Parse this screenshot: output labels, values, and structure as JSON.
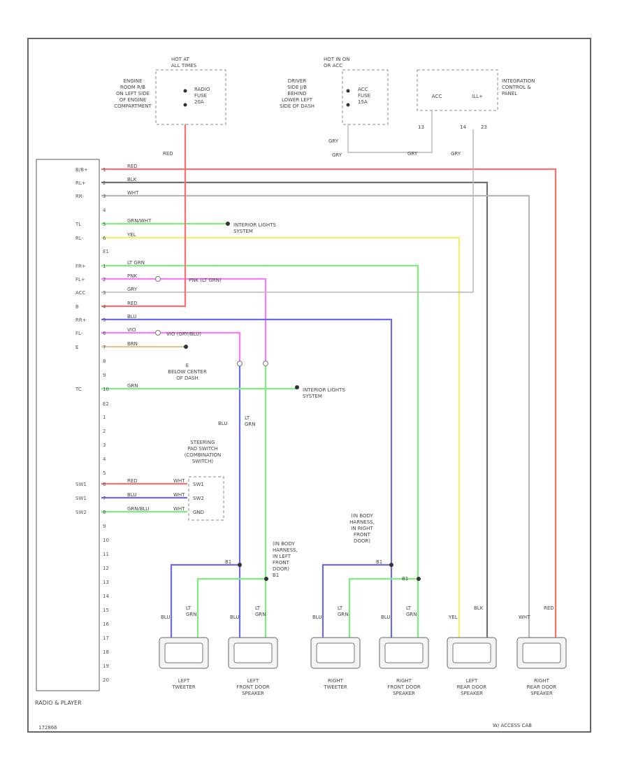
{
  "diagram": {
    "footer_left": "172866",
    "footer_right": "W/ ACCESS CAB",
    "radio_label": "RADIO & PLAYER",
    "fuse_hot_at_all_times": {
      "header": "HOT AT\nALL TIMES",
      "location": "ENGINE\nROOM R/B\nON LEFT SIDE\nOF ENGINE\nCOMPARTMENT",
      "fuse": "RADIO\nFUSE\n20A"
    },
    "fuse_hot_in_on": {
      "header": "HOT IN ON\nOR ACC",
      "location": "DRIVER\nSIDE J/B\nBEHIND\nLOWER LEFT\nSIDE OF DASH",
      "fuse": "ACC\nFUSE\n15A"
    },
    "integration_panel": {
      "label": "INTEGRATION\nCONTROL &\nPANEL",
      "pin_left": "ACC",
      "pin_right": "ILL+",
      "pin_nums": [
        "13",
        "14",
        "23"
      ],
      "wires": [
        "GRY",
        "GRY"
      ]
    },
    "connector_labels": [
      "E1",
      "E2"
    ],
    "pins_left": [
      "B/B+",
      "RL+",
      "RR-",
      "",
      "TL",
      "RL-",
      "",
      "FR+",
      "FL+",
      "ACC",
      "B",
      "RR+",
      "FL-",
      "E",
      "",
      "",
      "TC",
      "",
      "",
      "",
      "",
      "",
      "",
      "SW1",
      "SW1",
      "SW2",
      "",
      "",
      "",
      "",
      "",
      "",
      "",
      "",
      "",
      "",
      "",
      ""
    ],
    "pin_numbers_1": [
      "1",
      "2",
      "3",
      "4",
      "5",
      "6"
    ],
    "pin_numbers_2": [
      "1",
      "2",
      "3",
      "4",
      "5",
      "6",
      "7",
      "8",
      "9",
      "10"
    ],
    "pin_numbers_3": [
      "1",
      "2",
      "3",
      "4",
      "5",
      "6",
      "7",
      "8",
      "9",
      "10",
      "11",
      "12",
      "13",
      "14",
      "15",
      "16",
      "17",
      "18",
      "19",
      "20"
    ],
    "wire_labels": {
      "red_top": "RED",
      "blk_top": "BLK",
      "wht_top": "WHT",
      "grn_wht": "GRN/WHT",
      "yel": "YEL",
      "lt_grn": "LT GRN",
      "pnk": "PNK",
      "pnk_lt_grn": "PNK (LT GRN)",
      "gry": "GRY",
      "red_acc": "RED",
      "blu": "BLU",
      "vio": "VIO",
      "vio_blu": "VIO (GRY/BLU)",
      "brn": "BRN",
      "grn": "GRN",
      "red_top_fuse": "RED",
      "gry_acc": "GRY",
      "gry_acc2": "GRY"
    },
    "interior_lights_1": "INTERIOR LIGHTS\nSYSTEM",
    "interior_lights_2": "INTERIOR LIGHTS\nSYSTEM",
    "ground_label": "E\nBELOW CENTER\nOF DASH",
    "steering_switch": {
      "label": "STEERING\nPAD SWITCH\n(COMBINATION\nSWITCH)",
      "wires": [
        "RED",
        "BLU",
        "GRN/BLU"
      ],
      "wire_suffix": [
        "WHT",
        "WHT",
        "WHT"
      ],
      "pins": [
        "SW1",
        "SW2",
        "GND"
      ]
    },
    "splice_left_label": "(IN BODY\nHARNESS,\nIN LEFT\nFRONT\nDOOR)\nB1",
    "splice_right_label": "(IN BODY\nHARNESS,\nIN RIGHT\nFRONT\nDOOR)",
    "speakers": [
      {
        "wires": [
          "BLU",
          "LT\nGRN"
        ],
        "name": "LEFT\nTWEETER"
      },
      {
        "wires": [
          "BLU",
          "LT\nGRN"
        ],
        "name": "LEFT\nFRONT DOOR\nSPEAKER"
      },
      {
        "wires": [
          "BLU",
          "LT\nGRN"
        ],
        "name": "RIGHT\nTWEETER"
      },
      {
        "wires": [
          "BLU",
          "LT\nGRN"
        ],
        "name": "RIGHT\nFRONT DOOR\nSPEAKER"
      },
      {
        "wires": [
          "YEL",
          "BLK"
        ],
        "name": "LEFT\nREAR DOOR\nSPEAKER"
      },
      {
        "wires": [
          "WHT",
          "RED"
        ],
        "name": "RIGHT\nREAR DOOR\nSPEAKER"
      }
    ],
    "colors": {
      "red": "#ff6f6f",
      "black": "#707070",
      "white": "#b7b7b7",
      "green": "#7cf07c",
      "yellow": "#f0f06a",
      "pink": "#ff78ff",
      "blue": "#6a6af0",
      "brown": "#d9c79a",
      "gray": "#9a9a9a"
    }
  }
}
